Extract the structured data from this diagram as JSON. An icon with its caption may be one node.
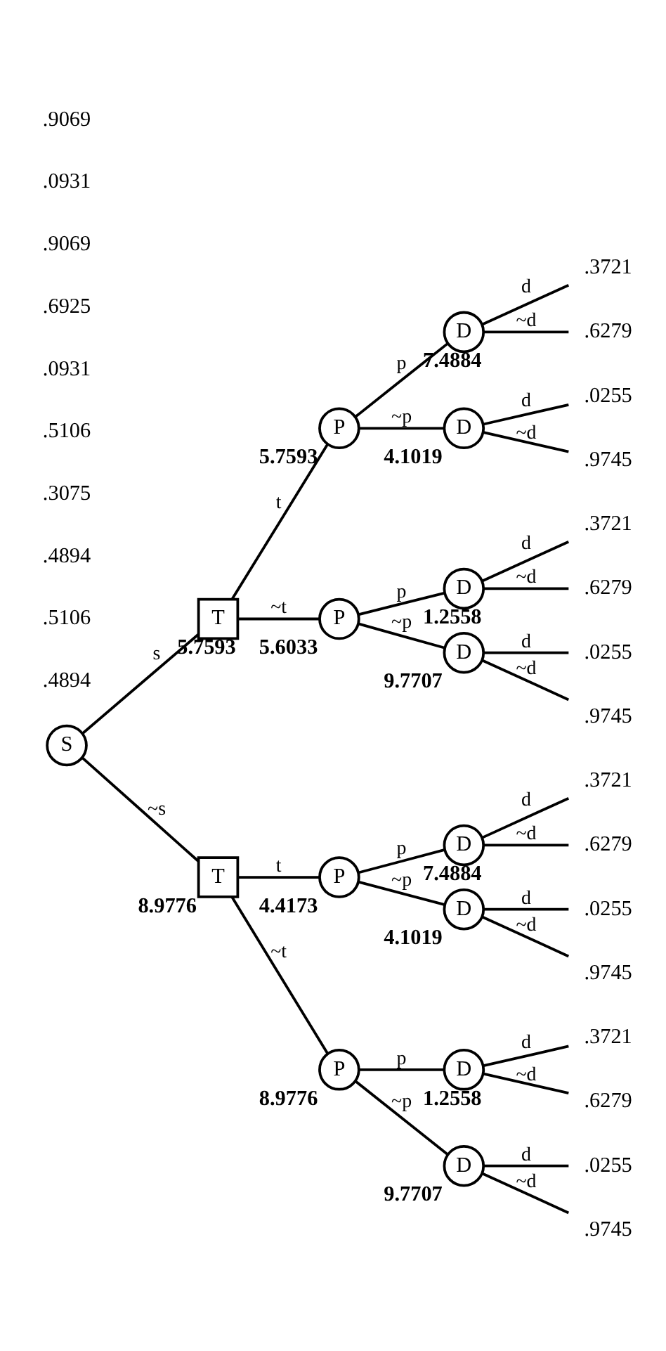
{
  "diagram": {
    "nodes": [
      {
        "text": [
          "S"
        ]
      },
      {
        "text": [
          "T"
        ],
        "beside": [
          "5.7593"
        ]
      },
      {
        "text": [
          "P"
        ],
        "beside": [
          "5.7593"
        ]
      },
      {
        "text": [
          "D"
        ],
        "beside": [
          "7.4884"
        ]
      },
      {
        "text": [
          ".3721"
        ]
      },
      {
        "text": [
          ".6279"
        ]
      },
      {
        "text": [
          "D"
        ],
        "beside": [
          "4.1019"
        ]
      },
      {
        "text": [
          ".0255"
        ]
      },
      {
        "text": [
          ".9745"
        ]
      },
      {
        "text": [
          "P"
        ],
        "beside": [
          "5.6033"
        ]
      },
      {
        "text": [
          "D"
        ],
        "beside": [
          "1.2558"
        ]
      },
      {
        "text": [
          ".3721"
        ]
      },
      {
        "text": [
          ".6279"
        ]
      },
      {
        "text": [
          "D"
        ],
        "beside": [
          "9.7707"
        ]
      },
      {
        "text": [
          ".0255"
        ]
      },
      {
        "text": [
          ".9745"
        ]
      },
      {
        "text": [
          "T"
        ],
        "beside": [
          "8.9776"
        ]
      },
      {
        "text": [
          "P"
        ],
        "beside": [
          "4.4173"
        ]
      },
      {
        "text": [
          "D"
        ],
        "beside": [
          "7.4884"
        ]
      },
      {
        "text": [
          ".3721"
        ]
      },
      {
        "text": [
          ".6279"
        ]
      },
      {
        "text": [
          "D"
        ],
        "beside": [
          "4.1019"
        ]
      },
      {
        "text": [
          ".0255"
        ]
      },
      {
        "text": [
          ".9745"
        ]
      },
      {
        "text": [
          "P"
        ],
        "beside": [
          "8.9776"
        ]
      },
      {
        "text": [
          "D"
        ],
        "beside": [
          "1.2558"
        ]
      },
      {
        "text": [
          ".3721"
        ]
      },
      {
        "text": [
          ".6279"
        ]
      },
      {
        "text": [
          "D"
        ],
        "beside": [
          "9.7707"
        ]
      },
      {
        "text": [
          ".0255"
        ]
      },
      {
        "text": [
          ".9745"
        ]
      }
    ],
    "edges": [
      {
        "from": 0,
        "to": 1,
        "arrow": "none",
        "label": "s"
      },
      {
        "from": 1,
        "to": 2,
        "arrow": "none",
        "label": "t"
      },
      {
        "from": 2,
        "to": 3,
        "arrow": "none",
        "label": "p"
      },
      {
        "from": 3,
        "to": 4,
        "arrow": "none",
        "label": "d"
      },
      {
        "from": 3,
        "to": 5,
        "arrow": "none",
        "label": "~d"
      },
      {
        "from": 2,
        "to": 6,
        "arrow": "none",
        "label": "~p"
      },
      {
        "from": 6,
        "to": 7,
        "arrow": "none",
        "label": "d"
      },
      {
        "from": 6,
        "to": 8,
        "arrow": "none",
        "label": "~d"
      },
      {
        "from": 1,
        "to": 9,
        "arrow": "none",
        "label": "~t"
      },
      {
        "from": 9,
        "to": 10,
        "arrow": "none",
        "label": "p"
      },
      {
        "from": 10,
        "to": 11,
        "arrow": "none",
        "label": "d"
      },
      {
        "from": 10,
        "to": 12,
        "arrow": "none",
        "label": "~d"
      },
      {
        "from": 9,
        "to": 13,
        "arrow": "none",
        "label": "~p"
      },
      {
        "from": 13,
        "to": 14,
        "arrow": "none",
        "label": "d"
      },
      {
        "from": 13,
        "to": 15,
        "arrow": "none",
        "label": "~d"
      },
      {
        "from": 0,
        "to": 16,
        "arrow": "none",
        "label": "~s"
      },
      {
        "from": 16,
        "to": 17,
        "arrow": "none",
        "label": "t"
      },
      {
        "from": 17,
        "to": 18,
        "arrow": "none",
        "label": "p"
      },
      {
        "from": 18,
        "to": 19,
        "arrow": "none",
        "label": "d"
      },
      {
        "from": 18,
        "to": 20,
        "arrow": "none",
        "label": "~d"
      },
      {
        "from": 17,
        "to": 21,
        "arrow": "none",
        "label": "~p"
      },
      {
        "from": 21,
        "to": 22,
        "arrow": "none",
        "label": "d"
      },
      {
        "from": 21,
        "to": 23,
        "arrow": "none",
        "label": "~d"
      },
      {
        "from": 16,
        "to": 24,
        "arrow": "none",
        "label": "~t"
      },
      {
        "from": 24,
        "to": 25,
        "arrow": "none",
        "label": "p"
      },
      {
        "from": 25,
        "to": 26,
        "arrow": "none",
        "label": "d"
      },
      {
        "from": 25,
        "to": 27,
        "arrow": "none",
        "label": "~d"
      },
      {
        "from": 24,
        "to": 28,
        "arrow": "none",
        "label": "~p"
      },
      {
        "from": 28,
        "to": 29,
        "arrow": "none",
        "label": "d"
      },
      {
        "from": 28,
        "to": 30,
        "arrow": "none",
        "label": "~d"
      }
    ],
    "labels": [
      ".4894",
      ".5106",
      ".4894",
      ".3075",
      ".5106",
      ".0931",
      ".6925",
      ".9069",
      ".0931",
      ".9069"
    ]
  }
}
